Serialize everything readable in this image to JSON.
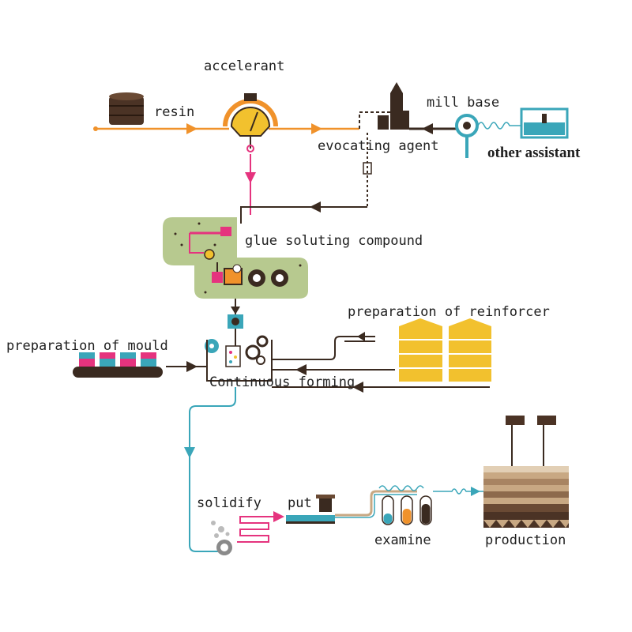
{
  "labels": {
    "accelerant": "accelerant",
    "resin": "resin",
    "mill_base": "mill base",
    "evocating_agent": "evocating agent",
    "other_assistant": "other assistant",
    "glue_soluting_compound": "glue soluting compound",
    "preparation_of_reinforcer": "preparation of reinforcer",
    "preparation_of_mould": "preparation of mould",
    "continuous_forming": "Continuous forming",
    "solidify": "solidify",
    "put": "put",
    "examine": "examine",
    "production": "production"
  },
  "colors": {
    "orange_line": "#f0922b",
    "dark_line": "#3a2a20",
    "magenta": "#e5337e",
    "teal": "#3aa6b9",
    "yellow": "#f2c12e",
    "green_blob": "#b7c98f",
    "brown": "#4b3325",
    "tan": "#c8a883",
    "gray_line": "#8a8a8a"
  },
  "icons": [
    "resin-barrel-icon",
    "accelerant-gauge-icon",
    "tower-icon",
    "valve-icon",
    "tank-icon",
    "mixer-icon",
    "gears-icon",
    "conveyor-icon",
    "silos-icon",
    "coil-icon",
    "tubes-icon",
    "factory-icon"
  ]
}
